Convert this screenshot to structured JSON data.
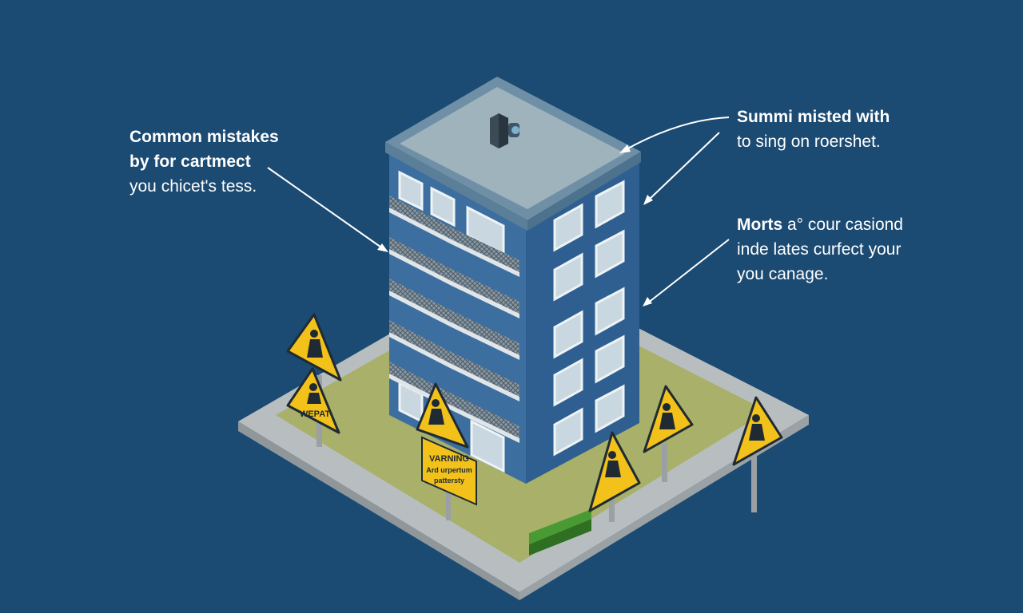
{
  "callouts": {
    "left": {
      "line1": "Common mistakes",
      "line2": "by for cartmect",
      "line3": "you chicet's tess."
    },
    "top_right": {
      "line1": "Summi misted with",
      "line2": "to sing on roershet."
    },
    "right": {
      "line1_bold": "Morts",
      "line1_rest": " a° cour casiond",
      "line2": "inde lates curfect your",
      "line3": "you canage."
    }
  },
  "signs": {
    "left_lower_label": "WEPAT",
    "board_line1": "VARNING",
    "board_line2": "Ard urpertum",
    "board_line3": "pattersty"
  },
  "colors": {
    "background": "#1b4a72",
    "building_front": "#3c6e9f",
    "building_side": "#2f5f90",
    "roof": "#9fb3bc",
    "ground": "#a9b06a",
    "base": "#b8bec0",
    "sign_yellow": "#f2c21a",
    "hedge": "#3f8a2c"
  },
  "icons": [
    "warning-sign-icon",
    "worker-icon",
    "rooftop-unit-icon",
    "hedge-icon"
  ]
}
